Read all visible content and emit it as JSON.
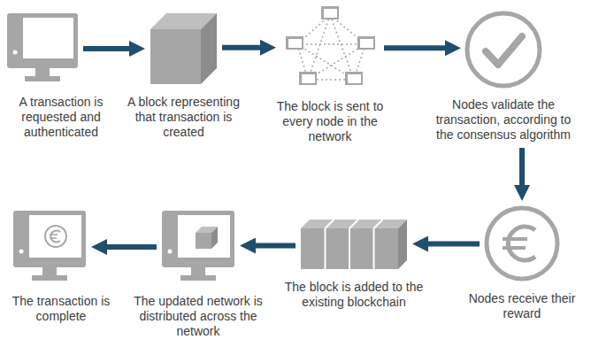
{
  "diagram": {
    "nodes": [
      {
        "text": [
          "A transaction is requested and authenticated"
        ]
      },
      {
        "text": [
          "A block representing that transaction is created"
        ]
      },
      {
        "text": [
          "The block is sent to every node in the network"
        ]
      },
      {
        "text": [
          "Nodes validate the transaction, according to the consensus algorithm"
        ]
      },
      {
        "text": [
          "Nodes receive their reward"
        ]
      },
      {
        "text": [
          "The block is added to the existing blockchain"
        ]
      },
      {
        "text": [
          "The updated network is distributed across the network"
        ]
      },
      {
        "text": [
          "The transaction is complete"
        ]
      }
    ],
    "edges": [
      {
        "from": 0,
        "to": 1,
        "arrow": "to"
      },
      {
        "from": 1,
        "to": 2,
        "arrow": "to"
      },
      {
        "from": 2,
        "to": 3,
        "arrow": "to"
      },
      {
        "from": 3,
        "to": 4,
        "arrow": "to"
      },
      {
        "from": 4,
        "to": 5,
        "arrow": "to"
      },
      {
        "from": 5,
        "to": 6,
        "arrow": "to"
      },
      {
        "from": 6,
        "to": 7,
        "arrow": "to"
      }
    ]
  }
}
